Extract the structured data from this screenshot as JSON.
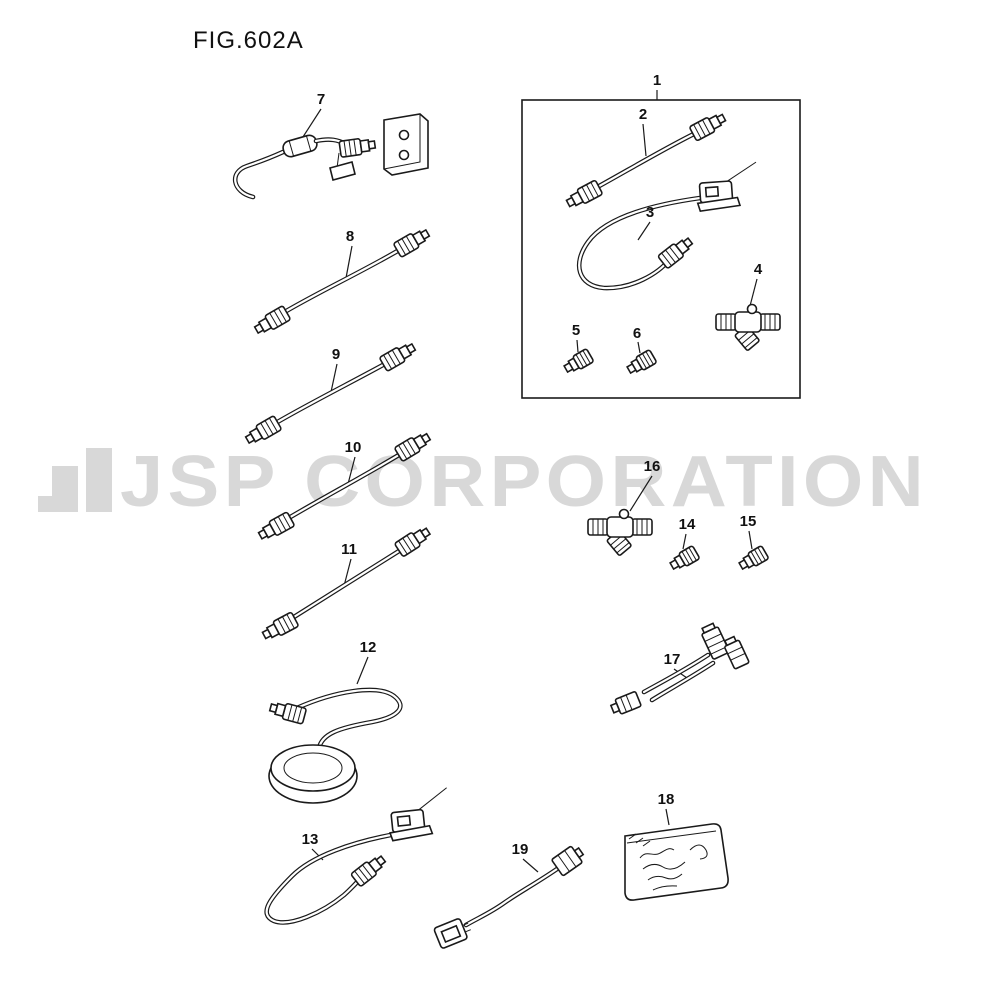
{
  "figure": {
    "title": "FIG.602A"
  },
  "watermark": {
    "text": "JSP CORPORATION",
    "color": "#d8d8d8"
  },
  "parts": [
    {
      "label": "1"
    },
    {
      "label": "2"
    },
    {
      "label": "3"
    },
    {
      "label": "4"
    },
    {
      "label": "5"
    },
    {
      "label": "6"
    },
    {
      "label": "7"
    },
    {
      "label": "8"
    },
    {
      "label": "9"
    },
    {
      "label": "10"
    },
    {
      "label": "11"
    },
    {
      "label": "12"
    },
    {
      "label": "13"
    },
    {
      "label": "14"
    },
    {
      "label": "15"
    },
    {
      "label": "16"
    },
    {
      "label": "17"
    },
    {
      "label": "18"
    },
    {
      "label": "19"
    }
  ]
}
